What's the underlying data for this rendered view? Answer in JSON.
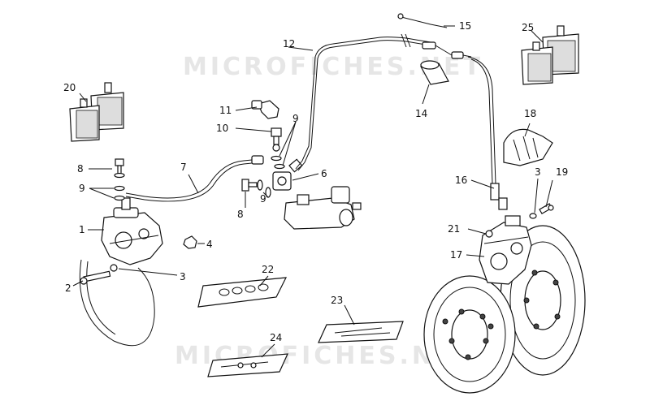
{
  "watermark": {
    "top": "MICROFICHES.NET",
    "bottom": "MICROFICHES.NET"
  },
  "callouts": [
    {
      "id": "c1",
      "text": "1"
    },
    {
      "id": "c2",
      "text": "2"
    },
    {
      "id": "c3a",
      "text": "3"
    },
    {
      "id": "c3b",
      "text": "3"
    },
    {
      "id": "c4",
      "text": "4"
    },
    {
      "id": "c6",
      "text": "6"
    },
    {
      "id": "c7",
      "text": "7"
    },
    {
      "id": "c8a",
      "text": "8"
    },
    {
      "id": "c8b",
      "text": "8"
    },
    {
      "id": "c9a",
      "text": "9"
    },
    {
      "id": "c9b",
      "text": "9"
    },
    {
      "id": "c9c",
      "text": "9"
    },
    {
      "id": "c10",
      "text": "10"
    },
    {
      "id": "c11",
      "text": "11"
    },
    {
      "id": "c12",
      "text": "12"
    },
    {
      "id": "c14",
      "text": "14"
    },
    {
      "id": "c15",
      "text": "15"
    },
    {
      "id": "c16",
      "text": "16"
    },
    {
      "id": "c17",
      "text": "17"
    },
    {
      "id": "c18",
      "text": "18"
    },
    {
      "id": "c19",
      "text": "19"
    },
    {
      "id": "c20",
      "text": "20"
    },
    {
      "id": "c21",
      "text": "21"
    },
    {
      "id": "c22",
      "text": "22"
    },
    {
      "id": "c23",
      "text": "23"
    },
    {
      "id": "c24",
      "text": "24"
    },
    {
      "id": "c25",
      "text": "25"
    }
  ]
}
